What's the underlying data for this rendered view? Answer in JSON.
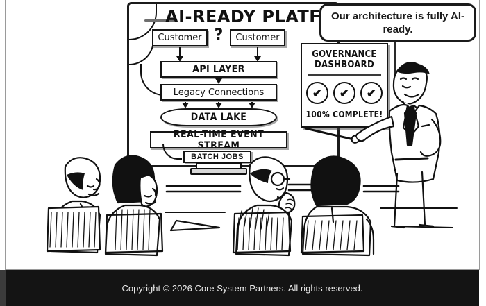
{
  "cartoon": {
    "board": {
      "title": "AI-READY PLATFORM",
      "nodes": {
        "customer_left": "Customer",
        "customer_right": "Customer",
        "question_mark": "?",
        "api_layer": "API LAYER",
        "legacy_connections": "Legacy Connections",
        "data_lake": "DATA LAKE",
        "event_stream": "REAL-TIME EVENT STREAM",
        "batch_jobs": "BATCH JOBS"
      }
    },
    "dashboard": {
      "title_line1": "GOVERNANCE",
      "title_line2": "DASHBOARD",
      "checks": [
        "✔",
        "✔",
        "✔"
      ],
      "status": "100% COMPLETE!"
    },
    "speech_bubble": {
      "text": "Our architecture is fully AI-ready."
    },
    "icons": {
      "check": "check-icon",
      "laptop": "laptop-icon",
      "pointer": "pointer-stick-icon"
    }
  },
  "footer": {
    "copyright": "Copyright © 2026 Core System Partners. All rights reserved."
  },
  "colors": {
    "ink": "#111111",
    "footer_bg": "#141414",
    "footer_text": "#e9e9e9",
    "frame": "#9a9a9a"
  }
}
